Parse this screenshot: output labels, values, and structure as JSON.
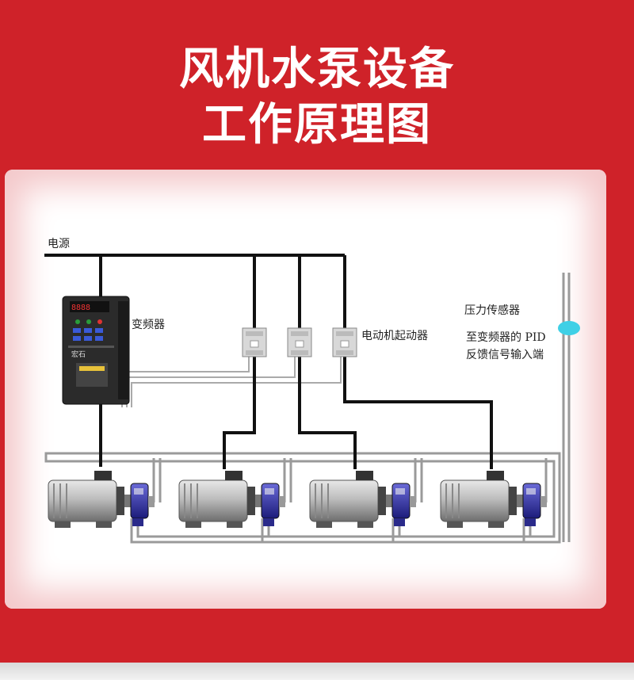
{
  "title": {
    "line1": "风机水泵设备",
    "line2": "工作原理图"
  },
  "diagram": {
    "power_label": "电源",
    "vfd_label": "变频器",
    "starter_label": "电动机起动器",
    "sensor_label": "压力传感器",
    "feedback_line1": "至变频器的 PID",
    "feedback_line2": "反馈信号输入端",
    "vfd_brand": "宏石"
  },
  "colors": {
    "background": "#cf2229",
    "sensor": "#3fd0e6",
    "wire": "#111111",
    "pipe": "#aaaaaa"
  }
}
